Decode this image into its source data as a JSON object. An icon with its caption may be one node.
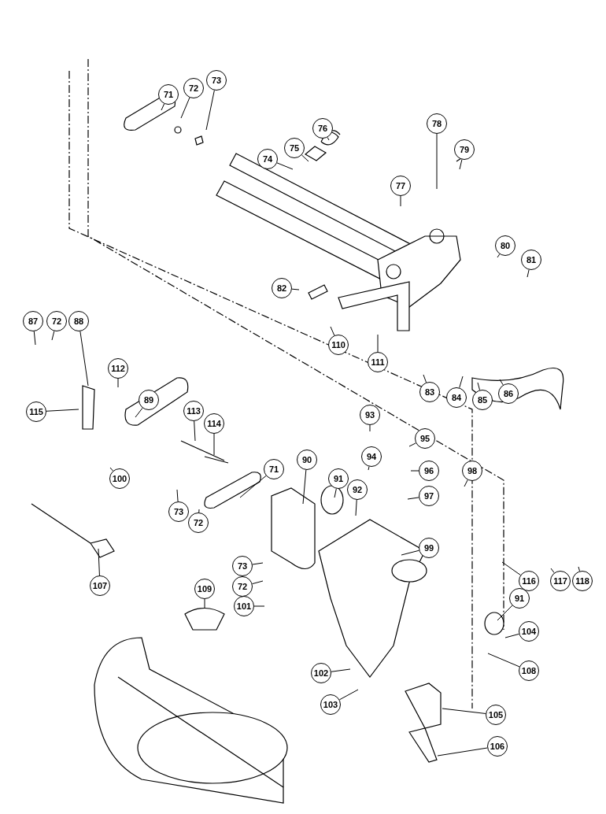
{
  "diagram": {
    "nodes": [
      {
        "text": [
          "71"
        ]
      },
      {
        "text": [
          "72"
        ]
      },
      {
        "text": [
          "73"
        ]
      },
      {
        "text": [
          "74"
        ]
      },
      {
        "text": [
          "75"
        ]
      },
      {
        "text": [
          "76"
        ]
      },
      {
        "text": [
          "78"
        ]
      },
      {
        "text": [
          "79"
        ]
      },
      {
        "text": [
          "77"
        ]
      },
      {
        "text": [
          "80"
        ]
      },
      {
        "text": [
          "81"
        ]
      },
      {
        "text": [
          "82"
        ]
      },
      {
        "text": [
          "110"
        ]
      },
      {
        "text": [
          "111"
        ]
      },
      {
        "text": [
          "87"
        ]
      },
      {
        "text": [
          "72"
        ]
      },
      {
        "text": [
          "88"
        ]
      },
      {
        "text": [
          "112"
        ]
      },
      {
        "text": [
          "89"
        ]
      },
      {
        "text": [
          "83"
        ]
      },
      {
        "text": [
          "84"
        ]
      },
      {
        "text": [
          "85"
        ]
      },
      {
        "text": [
          "86"
        ]
      },
      {
        "text": [
          "115"
        ]
      },
      {
        "text": [
          "113"
        ]
      },
      {
        "text": [
          "114"
        ]
      },
      {
        "text": [
          "93"
        ]
      },
      {
        "text": [
          "95"
        ]
      },
      {
        "text": [
          "94"
        ]
      },
      {
        "text": [
          "96"
        ]
      },
      {
        "text": [
          "98"
        ]
      },
      {
        "text": [
          "71"
        ]
      },
      {
        "text": [
          "90"
        ]
      },
      {
        "text": [
          "91"
        ]
      },
      {
        "text": [
          "92"
        ]
      },
      {
        "text": [
          "97"
        ]
      },
      {
        "text": [
          "100"
        ]
      },
      {
        "text": [
          "73"
        ]
      },
      {
        "text": [
          "72"
        ]
      },
      {
        "text": [
          "99"
        ]
      },
      {
        "text": [
          "116"
        ]
      },
      {
        "text": [
          "117"
        ]
      },
      {
        "text": [
          "118"
        ]
      },
      {
        "text": [
          "107"
        ]
      },
      {
        "text": [
          "73"
        ]
      },
      {
        "text": [
          "72"
        ]
      },
      {
        "text": [
          "109"
        ]
      },
      {
        "text": [
          "101"
        ]
      },
      {
        "text": [
          "91"
        ]
      },
      {
        "text": [
          "104"
        ]
      },
      {
        "text": [
          "108"
        ]
      },
      {
        "text": [
          "102"
        ]
      },
      {
        "text": [
          "103"
        ]
      },
      {
        "text": [
          "105"
        ]
      },
      {
        "text": [
          "106"
        ]
      }
    ],
    "edges": [
      {
        "from": 0,
        "to": null,
        "arrow": "none"
      },
      {
        "from": 1,
        "to": null,
        "arrow": "none"
      },
      {
        "from": 2,
        "to": null,
        "arrow": "none"
      },
      {
        "from": 3,
        "to": null,
        "arrow": "none"
      },
      {
        "from": 4,
        "to": null,
        "arrow": "none"
      },
      {
        "from": 5,
        "to": null,
        "arrow": "none"
      },
      {
        "from": 6,
        "to": null,
        "arrow": "none"
      },
      {
        "from": 7,
        "to": null,
        "arrow": "none"
      },
      {
        "from": 8,
        "to": null,
        "arrow": "none"
      },
      {
        "from": 9,
        "to": null,
        "arrow": "none"
      },
      {
        "from": 10,
        "to": null,
        "arrow": "none"
      },
      {
        "from": 11,
        "to": null,
        "arrow": "none"
      },
      {
        "from": 12,
        "to": null,
        "arrow": "none"
      },
      {
        "from": 13,
        "to": null,
        "arrow": "none"
      },
      {
        "from": 14,
        "to": null,
        "arrow": "none"
      },
      {
        "from": 15,
        "to": null,
        "arrow": "none"
      },
      {
        "from": 16,
        "to": null,
        "arrow": "none"
      },
      {
        "from": 17,
        "to": null,
        "arrow": "none"
      },
      {
        "from": 18,
        "to": null,
        "arrow": "none"
      },
      {
        "from": 19,
        "to": null,
        "arrow": "none"
      },
      {
        "from": 20,
        "to": null,
        "arrow": "none"
      },
      {
        "from": 21,
        "to": null,
        "arrow": "none"
      },
      {
        "from": 22,
        "to": null,
        "arrow": "none"
      },
      {
        "from": 23,
        "to": null,
        "arrow": "none"
      },
      {
        "from": 24,
        "to": null,
        "arrow": "none"
      },
      {
        "from": 25,
        "to": null,
        "arrow": "none"
      },
      {
        "from": 26,
        "to": null,
        "arrow": "none"
      },
      {
        "from": 27,
        "to": null,
        "arrow": "none"
      },
      {
        "from": 28,
        "to": null,
        "arrow": "none"
      },
      {
        "from": 29,
        "to": null,
        "arrow": "none"
      },
      {
        "from": 30,
        "to": null,
        "arrow": "none"
      },
      {
        "from": 31,
        "to": null,
        "arrow": "none"
      },
      {
        "from": 32,
        "to": null,
        "arrow": "none"
      },
      {
        "from": 33,
        "to": null,
        "arrow": "none"
      },
      {
        "from": 34,
        "to": null,
        "arrow": "none"
      },
      {
        "from": 35,
        "to": null,
        "arrow": "none"
      },
      {
        "from": 36,
        "to": null,
        "arrow": "none"
      },
      {
        "from": 37,
        "to": null,
        "arrow": "none"
      },
      {
        "from": 38,
        "to": null,
        "arrow": "none"
      },
      {
        "from": 39,
        "to": null,
        "arrow": "none"
      },
      {
        "from": 40,
        "to": null,
        "arrow": "none"
      },
      {
        "from": 41,
        "to": null,
        "arrow": "none"
      },
      {
        "from": 42,
        "to": null,
        "arrow": "none"
      },
      {
        "from": 43,
        "to": null,
        "arrow": "none"
      },
      {
        "from": 44,
        "to": null,
        "arrow": "none"
      },
      {
        "from": 45,
        "to": null,
        "arrow": "none"
      },
      {
        "from": 46,
        "to": null,
        "arrow": "none"
      },
      {
        "from": 47,
        "to": null,
        "arrow": "none"
      },
      {
        "from": 48,
        "to": null,
        "arrow": "none"
      },
      {
        "from": 49,
        "to": null,
        "arrow": "none"
      },
      {
        "from": 50,
        "to": null,
        "arrow": "none"
      },
      {
        "from": 51,
        "to": null,
        "arrow": "none"
      },
      {
        "from": 52,
        "to": null,
        "arrow": "none"
      },
      {
        "from": 53,
        "to": null,
        "arrow": "none"
      },
      {
        "from": 54,
        "to": null,
        "arrow": "none"
      }
    ]
  }
}
